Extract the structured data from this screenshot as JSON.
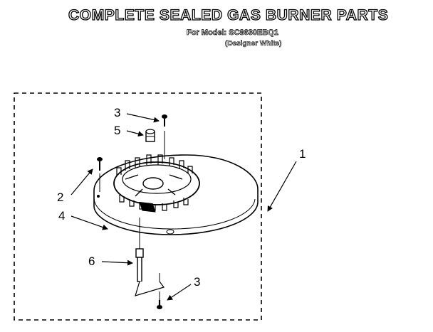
{
  "header": {
    "title": "COMPLETE SEALED GAS BURNER PARTS",
    "model_line": "For Model: SC8630EBQ1",
    "color_line": "(Designer White)"
  },
  "callouts": {
    "c1": "1",
    "c2": "2",
    "c3_top": "3",
    "c3_bottom": "3",
    "c4": "4",
    "c5": "5",
    "c6": "6"
  }
}
